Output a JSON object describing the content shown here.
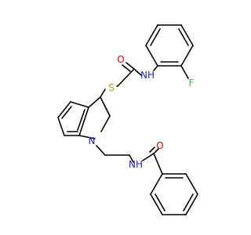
{
  "colors": {
    "bond": "#000000",
    "carbon": "#000000",
    "nitrogen": "#1f1fdc",
    "oxygen": "#e00000",
    "sulfur": "#b8a200",
    "fluorine": "#4db34d"
  },
  "atoms": {
    "o_amide_top": {
      "symbol": "O",
      "label": "O",
      "element": "oxygen"
    },
    "nh_amide_top": {
      "symbol": "N",
      "label": "NH",
      "element": "nitrogen"
    },
    "f_aryl": {
      "symbol": "F",
      "label": "F",
      "element": "fluorine"
    },
    "s_thioether": {
      "symbol": "S",
      "label": "S",
      "element": "sulfur"
    },
    "n_indole": {
      "symbol": "N",
      "label": "N",
      "element": "nitrogen"
    },
    "nh_amide_bottom": {
      "symbol": "N",
      "label": "NH",
      "element": "nitrogen"
    },
    "o_amide_bottom": {
      "symbol": "O",
      "label": "O",
      "element": "oxygen"
    }
  }
}
